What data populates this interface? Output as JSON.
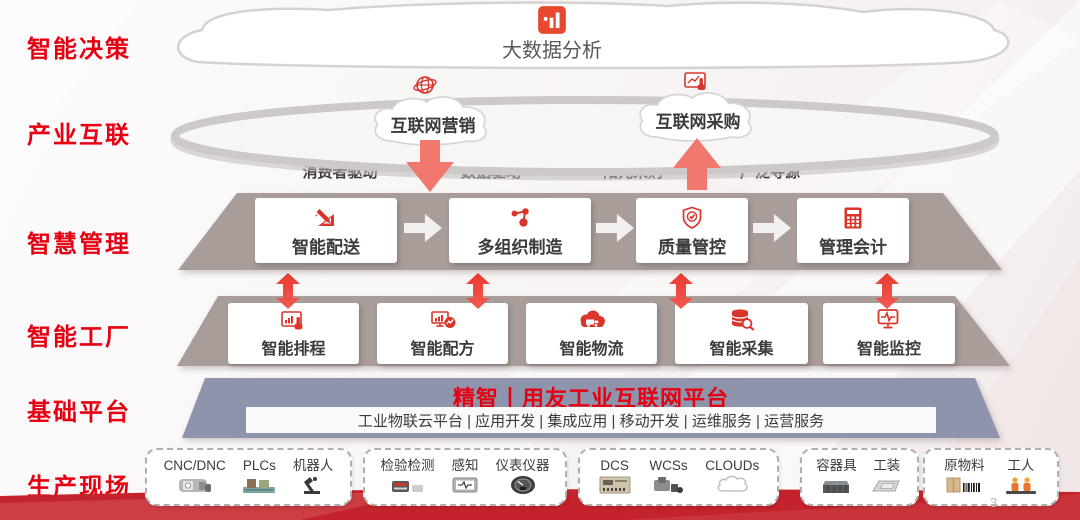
{
  "page": {
    "page_number": "3"
  },
  "colors": {
    "accent_red": "#e60012",
    "icon_red": "#d9352b",
    "band_taupe": "#a99d9a",
    "band_slate": "#8d94ab",
    "arrow_salmon": "#f0786f",
    "arrow_red": "#e93a31",
    "bottom_band_red": "#c5232b",
    "text_dark": "#3e3a39"
  },
  "layers": {
    "labels": [
      "智能决策",
      "产业互联",
      "智慧管理",
      "智能工厂",
      "基础平台",
      "生产现场"
    ]
  },
  "decision": {
    "cloud_label": "大数据分析",
    "icon": "bar-chart-icon"
  },
  "industry": {
    "marketing_cloud": {
      "label": "互联网营销",
      "icon": "globe-icon"
    },
    "procurement_cloud": {
      "label": "互联网采购",
      "icon": "touch-order-icon"
    },
    "flow_labels": [
      "消费者驱动",
      "数据驱动",
      "阳光采购",
      "广泛寻源"
    ]
  },
  "management": {
    "boxes": [
      {
        "label": "智能配送",
        "icon": "pencil-ruler-icon"
      },
      {
        "label": "多组织制造",
        "icon": "share-network-icon"
      },
      {
        "label": "质量管控",
        "icon": "shield-check-icon"
      },
      {
        "label": "管理会计",
        "icon": "calculator-icon"
      }
    ]
  },
  "factory": {
    "boxes": [
      {
        "label": "智能排程",
        "icon": "tablet-touch-icon"
      },
      {
        "label": "智能配方",
        "icon": "monitor-chart-icon"
      },
      {
        "label": "智能物流",
        "icon": "cloud-truck-icon"
      },
      {
        "label": "智能采集",
        "icon": "database-search-icon"
      },
      {
        "label": "智能监控",
        "icon": "monitor-pulse-icon"
      }
    ]
  },
  "platform": {
    "title": "精智丨用友工业互联网平台",
    "services": "工业物联云平台 | 应用开发 | 集成应用 | 移动开发 | 运维服务 | 运营服务"
  },
  "production": {
    "groups": [
      {
        "items": [
          {
            "label": "CNC/DNC",
            "icon": "cnc-machine-icon"
          },
          {
            "label": "PLCs",
            "icon": "plc-board-icon"
          },
          {
            "label": "机器人",
            "icon": "robot-arm-icon"
          }
        ]
      },
      {
        "items": [
          {
            "label": "检验检测",
            "icon": "test-device-icon"
          },
          {
            "label": "感知",
            "icon": "sensor-chip-icon"
          },
          {
            "label": "仪表仪器",
            "icon": "gauge-icon"
          }
        ]
      },
      {
        "items": [
          {
            "label": "DCS",
            "icon": "dcs-panel-icon"
          },
          {
            "label": "WCSs",
            "icon": "wcs-equipment-icon"
          },
          {
            "label": "CLOUDs",
            "icon": "cloud-outline-icon"
          }
        ]
      },
      {
        "items": [
          {
            "label": "容器具",
            "icon": "container-icon"
          },
          {
            "label": "工装",
            "icon": "tooling-icon"
          }
        ]
      },
      {
        "items": [
          {
            "label": "原物料",
            "icon": "material-box-icon"
          },
          {
            "label": "工人",
            "icon": "workers-icon"
          }
        ]
      }
    ]
  }
}
